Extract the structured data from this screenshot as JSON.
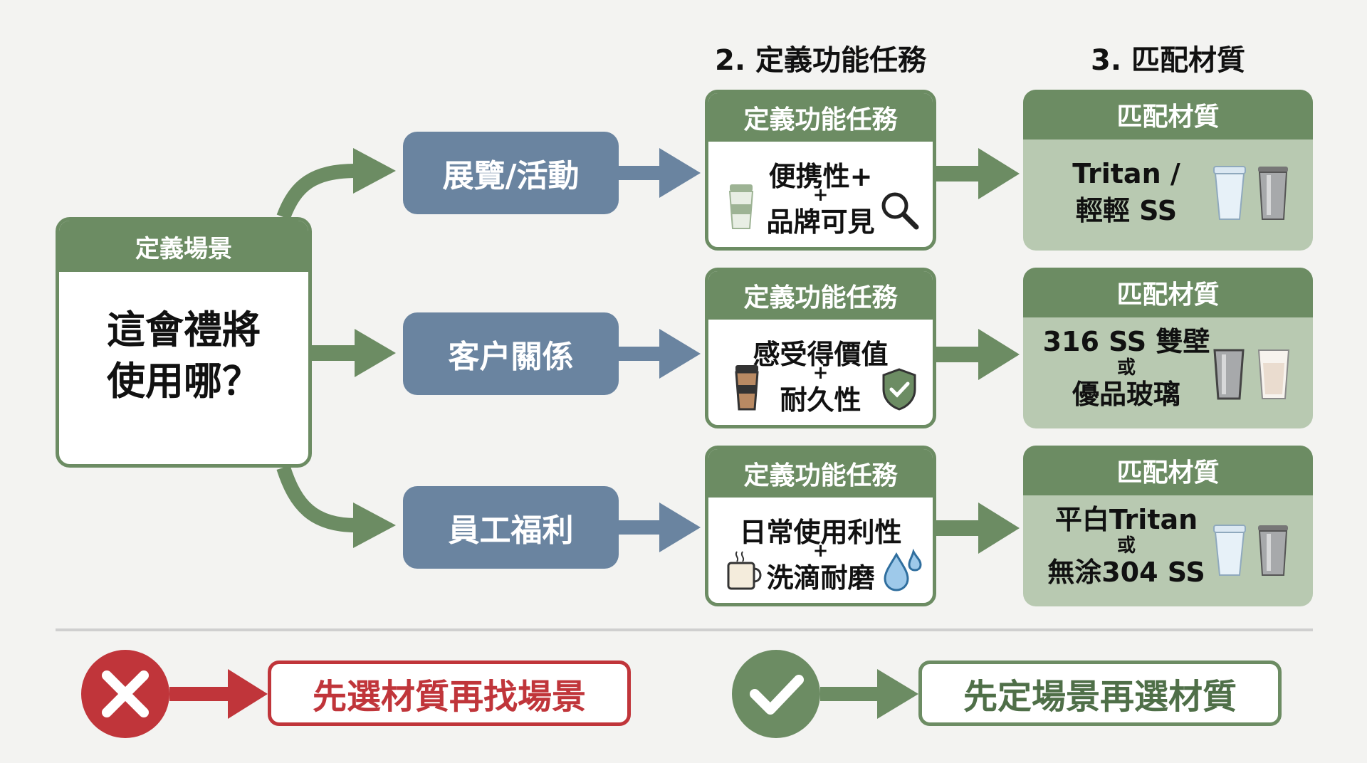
{
  "colors": {
    "green": "#6c8c63",
    "green_light": "#b8c9b1",
    "blue": "#6a84a0",
    "red": "#c0353a",
    "background": "#f3f3f1"
  },
  "column_titles": {
    "step2": "2. 定義功能任務",
    "step3": "3. 匹配材質"
  },
  "start": {
    "header": "定義場景",
    "question": "這會禮將\n使用哪？"
  },
  "rows": [
    {
      "scene": "展覽/活動",
      "task_header": "定義功能任務",
      "task_line1": "便携性+",
      "task_plus": "+",
      "task_line2": "品牌可見",
      "task_icons": [
        "cup-icon",
        "magnifier-icon"
      ],
      "material_header": "匹配材質",
      "material_line1": "Tritan /",
      "material_or": "",
      "material_line2": "輕輕 SS",
      "material_icons": [
        "clear-cup-icon",
        "steel-cup-icon"
      ]
    },
    {
      "scene": "客户關係",
      "task_header": "定義功能任務",
      "task_line1": "感受得價值",
      "task_plus": "+",
      "task_line2": "耐久性",
      "task_icons": [
        "coffee-tumbler-icon",
        "shield-check-icon"
      ],
      "material_header": "匹配材質",
      "material_line1": "316 SS 雙壁",
      "material_or": "或",
      "material_line2": "優品玻璃",
      "material_icons": [
        "steel-cup-icon",
        "glass-cup-icon"
      ]
    },
    {
      "scene": "員工福利",
      "task_header": "定義功能任務",
      "task_line1": "日常使用利性",
      "task_plus": "+",
      "task_line2": "洗滴耐磨",
      "task_icons": [
        "mug-icon",
        "water-drops-icon"
      ],
      "material_header": "匹配材質",
      "material_line1": "平白Tritan",
      "material_or": "或",
      "material_line2": "無涂304 SS",
      "material_icons": [
        "clear-cup-icon",
        "steel-cup-icon"
      ]
    }
  ],
  "verdicts": {
    "bad": {
      "icon": "x-icon",
      "text": "先選材質再找場景"
    },
    "good": {
      "icon": "check-icon",
      "text": "先定場景再選材質"
    }
  }
}
